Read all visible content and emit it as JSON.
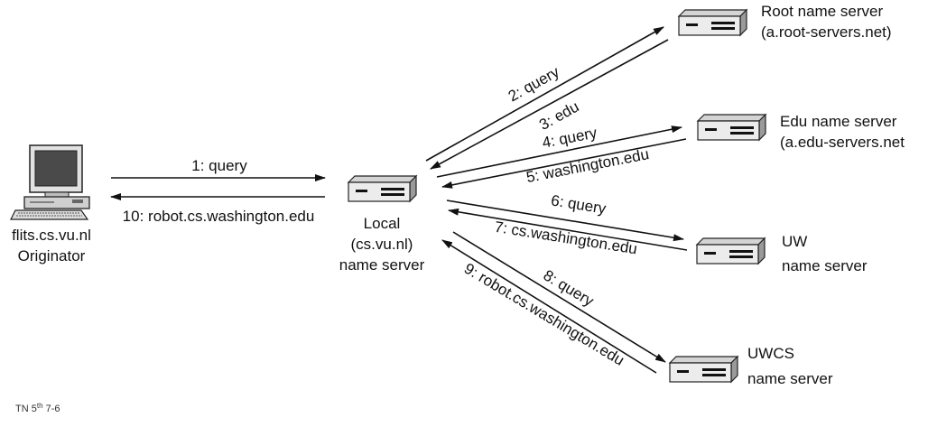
{
  "originator": {
    "host": "flits.cs.vu.nl",
    "role": "Originator"
  },
  "local_server": {
    "line1": "Local",
    "line2": "(cs.vu.nl)",
    "line3": "name server"
  },
  "root_server": {
    "line1": "Root name server",
    "line2": "(a.root-servers.net)"
  },
  "edu_server": {
    "line1": "Edu name server",
    "line2": "(a.edu-servers.net"
  },
  "uw_server": {
    "line1": "UW",
    "line2": "name server"
  },
  "uwcs_server": {
    "line1": "UWCS",
    "line2": "name server"
  },
  "messages": {
    "m1": "1: query",
    "m2": "2: query",
    "m3": "3: edu",
    "m4": "4: query",
    "m5": "5: washington.edu",
    "m6": "6: query",
    "m7": "7: cs.washington.edu",
    "m8": "8: query",
    "m9": "9: robot.cs.washington.edu",
    "m10": "10: robot.cs.washington.edu"
  },
  "footer": {
    "prefix": "TN 5",
    "sup": "th",
    "suffix": " 7-6"
  }
}
